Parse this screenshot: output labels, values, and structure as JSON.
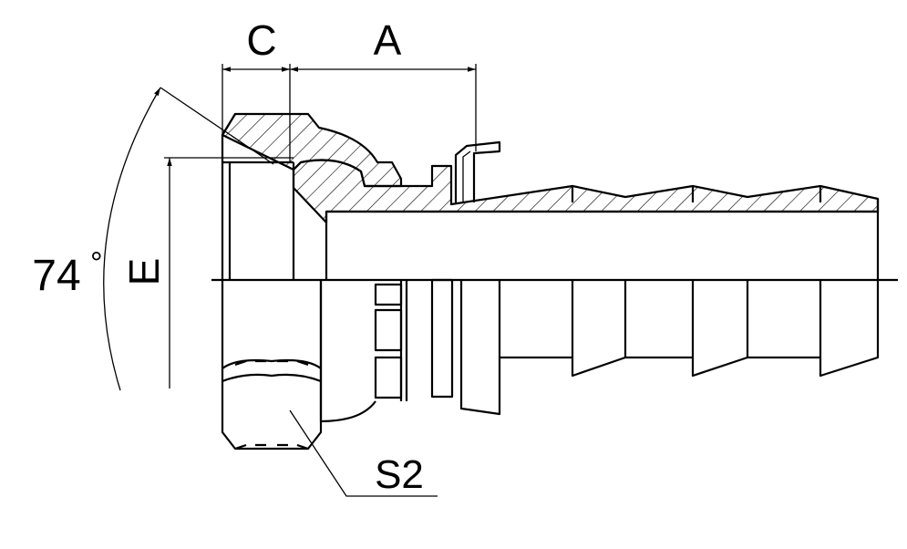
{
  "drawing": {
    "dimension_labels": {
      "c": "C",
      "a": "A",
      "angle": "74",
      "degree_symbol": "°",
      "e": "E",
      "s2": "S2"
    },
    "colors": {
      "line": "#000000",
      "background": "#ffffff"
    }
  }
}
